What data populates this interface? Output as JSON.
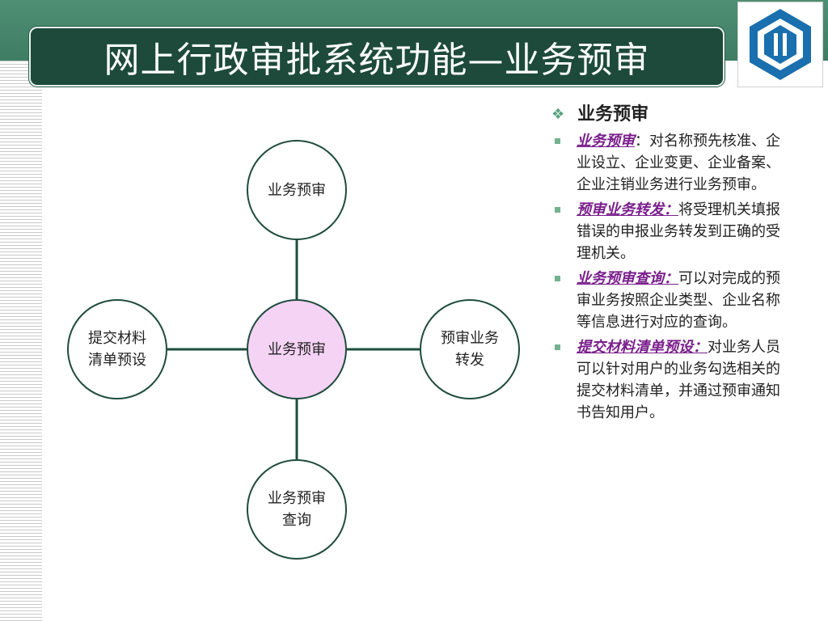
{
  "title": "网上行政审批系统功能—业务预审",
  "diagram": {
    "center": "业务预审",
    "top": "业务预审",
    "left_line1": "提交材料",
    "left_line2": "清单预设",
    "right_line1": "预审业务",
    "right_line2": "转发",
    "bottom_line1": "业务预审",
    "bottom_line2": "查询"
  },
  "panel": {
    "heading": "业务预审",
    "items": [
      {
        "key": "业务预审",
        "text": "：对名称预先核准、企业设立、企业变更、企业备案、企业注销业务进行业务预审。"
      },
      {
        "key": "预审业务转发：",
        "text": "将受理机关填报错误的申报业务转发到正确的受理机关。"
      },
      {
        "key": "业务预审查询：",
        "text": "可以对完成的预审业务按照企业类型、企业名称等信息进行对应的查询。"
      },
      {
        "key": "提交材料清单预设：",
        "text": "对业务人员可以针对用户的业务勾选相关的提交材料清单，并通过预审通知书告知用户。"
      }
    ]
  },
  "colors": {
    "header_green": "#4f8f74",
    "title_bg": "#1d4a3b",
    "center_fill": "#f5d3f5",
    "key_purple": "#7a1f8c",
    "logo_blue": "#1a6fae"
  },
  "icons": {
    "logo": "bank-logo-icon",
    "heading_bullet": "diamond-bullet-icon",
    "item_bullet": "square-bullet-icon"
  }
}
